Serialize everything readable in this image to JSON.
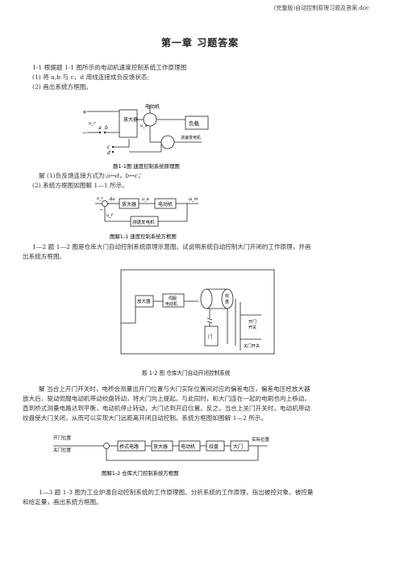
{
  "header": {
    "doc_title": "(完整版)自动控制原理习题及答案.doc"
  },
  "chapter_title": "第一章 习题答案",
  "q1": {
    "stem": "1-1 根据题 1-1 图所示的电动机速度控制系统工作原理图",
    "sub1": "(1) 将 a,b 与 c，d 用线连接成负反馈状态;",
    "sub2": "(2) 画出系统方框图。",
    "fig_caption": "题1-1图  速度控制系统原理图",
    "fig_labels": {
      "amp": "放大器",
      "motor": "电动机",
      "load": "负载",
      "tacho": "测速发电机",
      "ur": "u_r",
      "ua": "u_a",
      "a": "a",
      "b": "b",
      "c": "c",
      "d": "d",
      "plus": "+",
      "minus": "−"
    },
    "ans1_prefix": "解  (1)负反馈连接方式为:",
    "ans1_math": "a↔d，b↔c；",
    "ans2": "(2) 系统方框图如图解 1—1 所示。",
    "block_caption": "图解1-1 速度控制系统方框图",
    "block_labels": {
      "amp": "放大器",
      "motor": "电动机",
      "tacho": "测速发电机",
      "ur": "u_r",
      "du": "Δu",
      "ua": "u_a",
      "uf": "u_f",
      "w": "ω_m",
      "minus": "−"
    }
  },
  "q2": {
    "stem_l1": "1—2 题 1—2 图是仓库大门自动控制系统原理示意图。试说明系统自动控制大门开闭的工作原理，并画",
    "stem_l2": "出系统方框图。",
    "fig_caption": "题 1-2 图   仓库大门自动开闭控制系统",
    "fig_labels": {
      "amp": "放大器",
      "motor_l1": "伺服",
      "motor_l2": "电动机",
      "drum_l1": "绞",
      "drum_l2": "盘",
      "door": "门",
      "open_l1": "开门",
      "open_l2": "开关",
      "close": "关门开关"
    },
    "ans_l1": "解   当合上开门开关时，电桥会测量出开门位置与大门实际位置间对应的偏差电压，偏差电压经放大器",
    "ans_l2": "放大后，驱动伺服电动机带动绞盘转动，将大门向上提起。与此同时，和大门连在一起的电刷也向上移动，",
    "ans_l3": "直到桥式测量电路达到平衡，电动机停止转动，大门达到开启位置。反之，当合上关门开关时，电动机带动",
    "ans_l4": "绞盘使大门关闭，从而可以实现大门远距离开闭自动控制。系统方框图如图解 1—2 所示。",
    "block_caption": "图解1-2  仓库大门控制系统方框图",
    "block_labels": {
      "in1": "开门位置",
      "in2": "关门位置",
      "bridge": "桥式电路",
      "amp": "放大器",
      "motor": "电动机",
      "drum": "绞盘",
      "door": "大门",
      "out": "实际位置"
    }
  },
  "q3": {
    "stem_l1": "1—3 题 1-3 图为工业炉温自动控制系统的工作原理图。分析系统的工作原理，指出被控对象、被控量",
    "stem_l2": "和给定量，画出系统方框图。"
  }
}
